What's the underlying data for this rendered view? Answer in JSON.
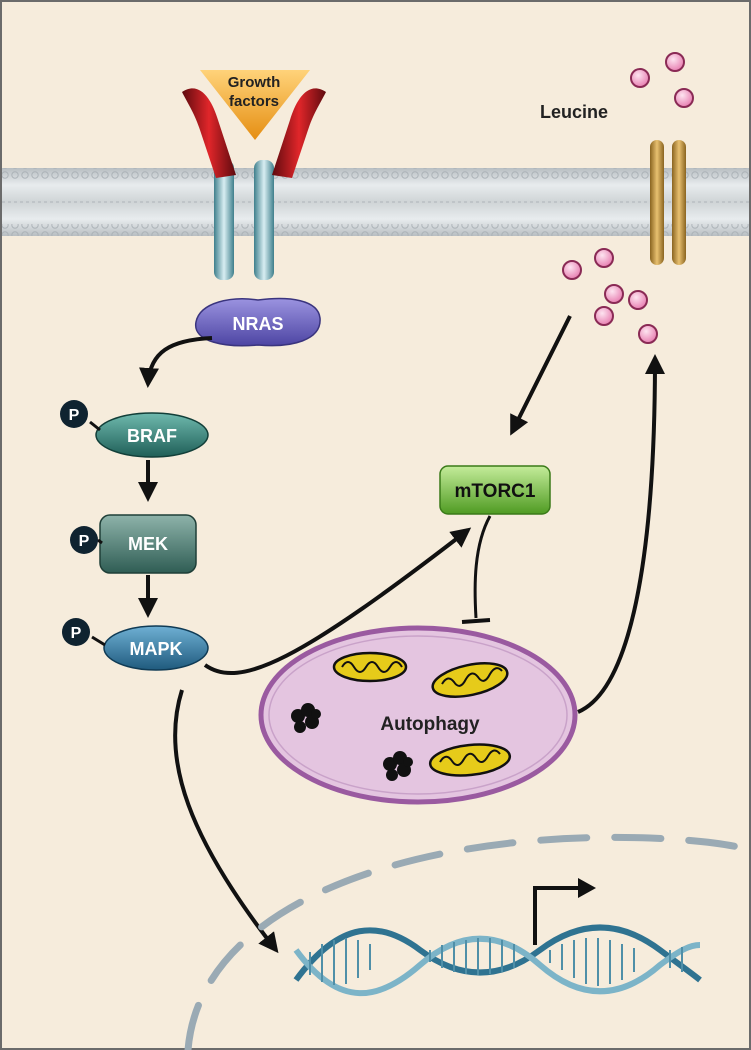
{
  "labels": {
    "growth_factors_line1": "Growth",
    "growth_factors_line2": "factors",
    "leucine": "Leucine",
    "nras": "NRAS",
    "braf": "BRAF",
    "mek": "MEK",
    "mapk": "MAPK",
    "mtorc1": "mTORC1",
    "autophagy": "Autophagy",
    "phospho": "P"
  },
  "colors": {
    "background": "#f6ecdc",
    "membrane": "#c4c9cc",
    "receptor": "#c0171e",
    "growth_factor": "#f0a31d",
    "nras": "#6f67c5",
    "braf": "#3d8f86",
    "mek": "#4c7b71",
    "mapk": "#3d7ea6",
    "mtorc1": "#78c23c",
    "autophagosome": "#e4c5e0",
    "mitochondria": "#e6cb1a",
    "leucine": "#f08cbc",
    "channel": "#c69a3c",
    "nucleus": "#9aaab4",
    "dna": "#3f86a2"
  },
  "icons": [
    "growth-receptor-icon",
    "leucine-transporter-icon",
    "dna-helix-icon",
    "transcription-arrow-icon",
    "mitochondrion-icon",
    "protein-aggregate-icon",
    "phosphate-icon"
  ]
}
